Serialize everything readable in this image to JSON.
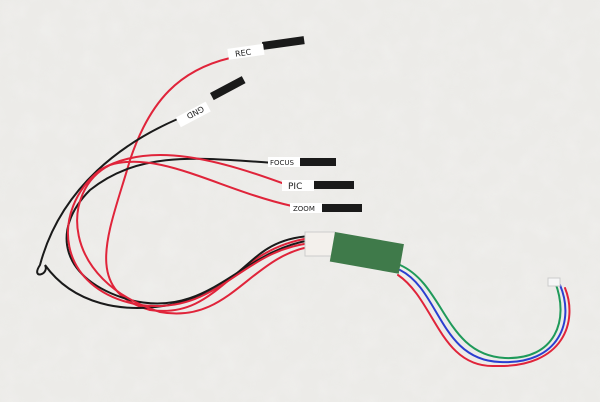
{
  "photo": {
    "labels": {
      "rec": "REC",
      "gnd": "GND",
      "focus": "FOCUS",
      "pic": "PIC",
      "zoom": "ZOOM"
    },
    "colors": {
      "background": "#ecebe8",
      "red_wire": "#e0243a",
      "black_wire": "#1a1a1a",
      "board": "#3f7a4a",
      "blue_wire": "#2b3fd0",
      "green_wire": "#1f9a5a"
    }
  }
}
